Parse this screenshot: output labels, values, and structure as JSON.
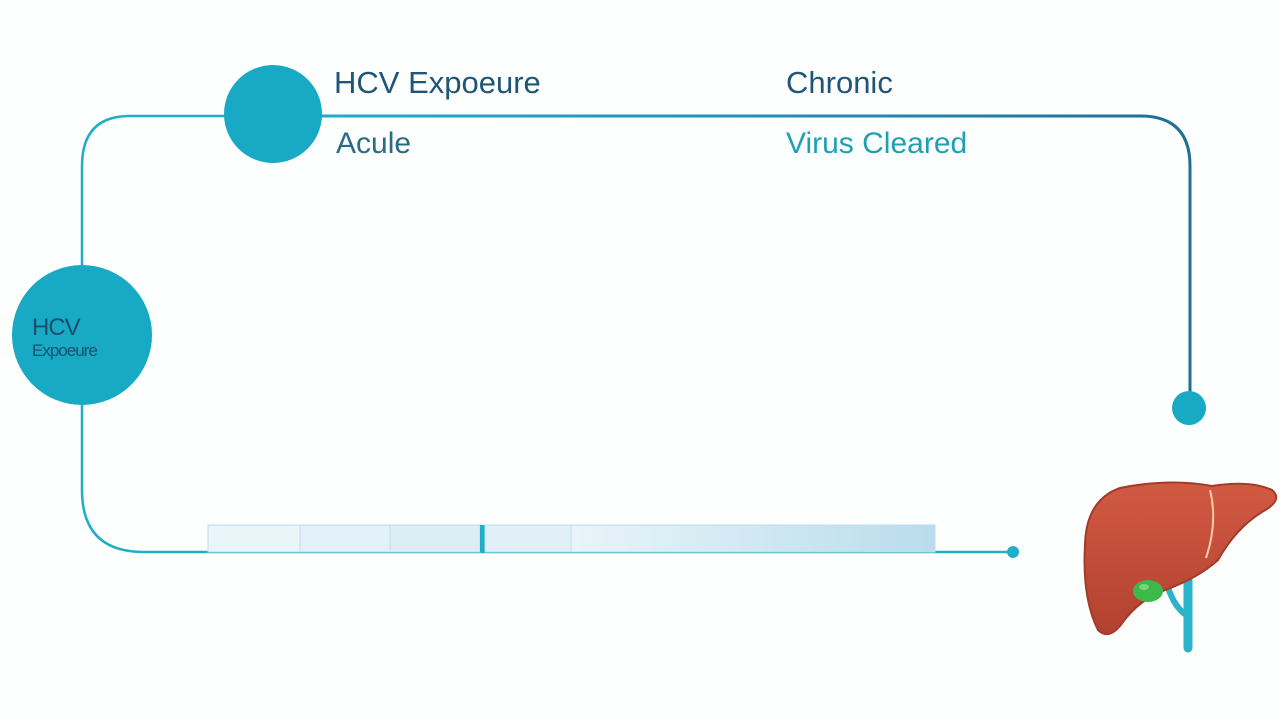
{
  "labels": {
    "exposure": "HCV Expoeure",
    "chronic": "Chronic",
    "acute": "Acule",
    "cleared": "Virus Cleared"
  },
  "left_node": {
    "line1": "HCV",
    "line2": "Expoeure"
  },
  "icons": {
    "liver": "liver-icon"
  },
  "colors": {
    "accent": "#18a9c4",
    "line_dark": "#1f6f94",
    "liver": "#c44a35",
    "gallbladder": "#3fb84a",
    "bar_fill": "#cfe6f1"
  },
  "timeline_segments": 5
}
